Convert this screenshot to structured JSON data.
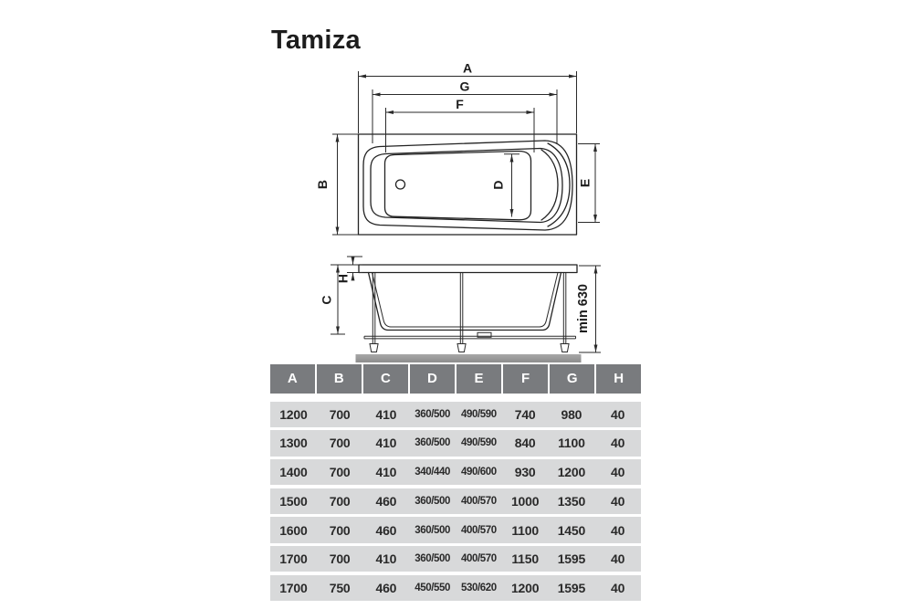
{
  "title": "Tamiza",
  "drawing": {
    "top_view": {
      "dim_a": "A",
      "dim_g": "G",
      "dim_f": "F",
      "dim_b": "B",
      "dim_d": "D",
      "dim_e": "E"
    },
    "side_view": {
      "dim_c": "C",
      "dim_h": "H",
      "dim_min_height": "min 630"
    }
  },
  "table": {
    "headers": [
      "A",
      "B",
      "C",
      "D",
      "E",
      "F",
      "G",
      "H"
    ],
    "rows": [
      [
        "1200",
        "700",
        "410",
        "360/500",
        "490/590",
        "740",
        "980",
        "40"
      ],
      [
        "1300",
        "700",
        "410",
        "360/500",
        "490/590",
        "840",
        "1100",
        "40"
      ],
      [
        "1400",
        "700",
        "410",
        "340/440",
        "490/600",
        "930",
        "1200",
        "40"
      ],
      [
        "1500",
        "700",
        "460",
        "360/500",
        "400/570",
        "1000",
        "1350",
        "40"
      ],
      [
        "1600",
        "700",
        "460",
        "360/500",
        "400/570",
        "1100",
        "1450",
        "40"
      ],
      [
        "1700",
        "700",
        "410",
        "360/500",
        "400/570",
        "1150",
        "1595",
        "40"
      ],
      [
        "1700",
        "750",
        "460",
        "450/550",
        "530/620",
        "1200",
        "1595",
        "40"
      ]
    ]
  },
  "colors": {
    "header_bg": "#797b7e",
    "header_text": "#ffffff",
    "row_bg": "#d8d9da",
    "row_text": "#2a2a2a",
    "line": "#222222",
    "floor": "#989898"
  }
}
